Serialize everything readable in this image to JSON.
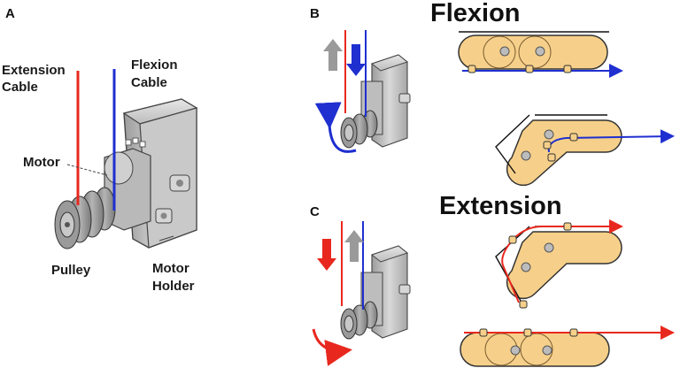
{
  "panels": {
    "a": "A",
    "b": "B",
    "c": "C"
  },
  "labels": {
    "extension_cable": [
      "Extension",
      "Cable"
    ],
    "flexion_cable": [
      "Flexion",
      "Cable"
    ],
    "motor": "Motor",
    "pulley": "Pulley",
    "motor_holder": [
      "Motor",
      "Holder"
    ]
  },
  "titles": {
    "flexion": "Flexion",
    "extension": "Extension"
  },
  "colors": {
    "extension_cable": "#e8281e",
    "flexion_cable": "#1f2fd0",
    "passive_arrow": "#9a9a9a",
    "finger_fill": "#f6d08a",
    "finger_stroke": "#333333",
    "motor_body": "#c4c4c4"
  }
}
